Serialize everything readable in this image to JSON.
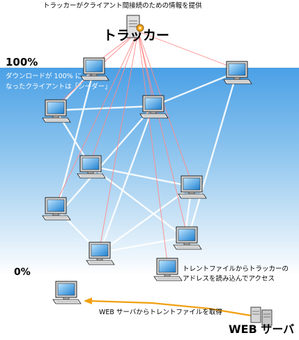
{
  "header": {
    "title": "トラッカーがクライアント間接続のための情報を提供"
  },
  "tracker": {
    "label": "トラッカー"
  },
  "levels": {
    "top": "100%",
    "bottom": "0%"
  },
  "notes": {
    "seeder_line1": "ダウンロードが 100% に",
    "seeder_line2": "なったクライアントは「シーダー」",
    "torrent_line1": "トレントファイルからトラッカーの",
    "torrent_line2": "アドレスを読み込んでアクセス",
    "web_fetch": "WEB サーバからトレントファイルを取得"
  },
  "webserver": {
    "label": "WEB サーバ"
  },
  "colors": {
    "p2p_link": "#ffffff",
    "tracker_link": "#ff8a8a",
    "fetch_arrow": "#f0a010"
  }
}
